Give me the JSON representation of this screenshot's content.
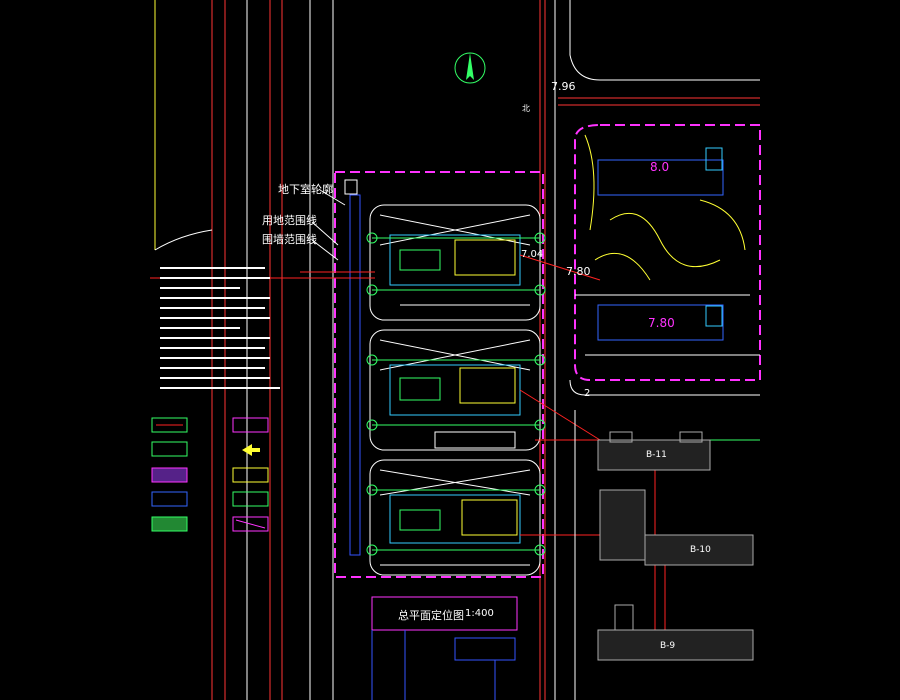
{
  "labels": {
    "basement_ramp": "地下室轮廓",
    "site_boundary": "用地范围线",
    "wall_boundary": "围墙范围线",
    "plan_title": "总平面定位图",
    "plan_scale": "1:400",
    "north_letter": "北"
  },
  "elevations": {
    "top_road": "7.96",
    "mid_east": "7.80",
    "bldg_a": "7.04",
    "garden_bldg_top": "8.0",
    "garden_bldg_bottom": "7.80",
    "road_b": "2"
  },
  "neighbor_buildings": [
    "B-11",
    "B-10",
    "B-9"
  ],
  "colors": {
    "background": "#000000",
    "site_boundary": "#ff33ff",
    "road_lines": "#ffffff",
    "green_lines": "#00ff66",
    "red_lines": "#ff2222",
    "cyan_lines": "#33ccff",
    "yellow_lines": "#ffff33"
  }
}
